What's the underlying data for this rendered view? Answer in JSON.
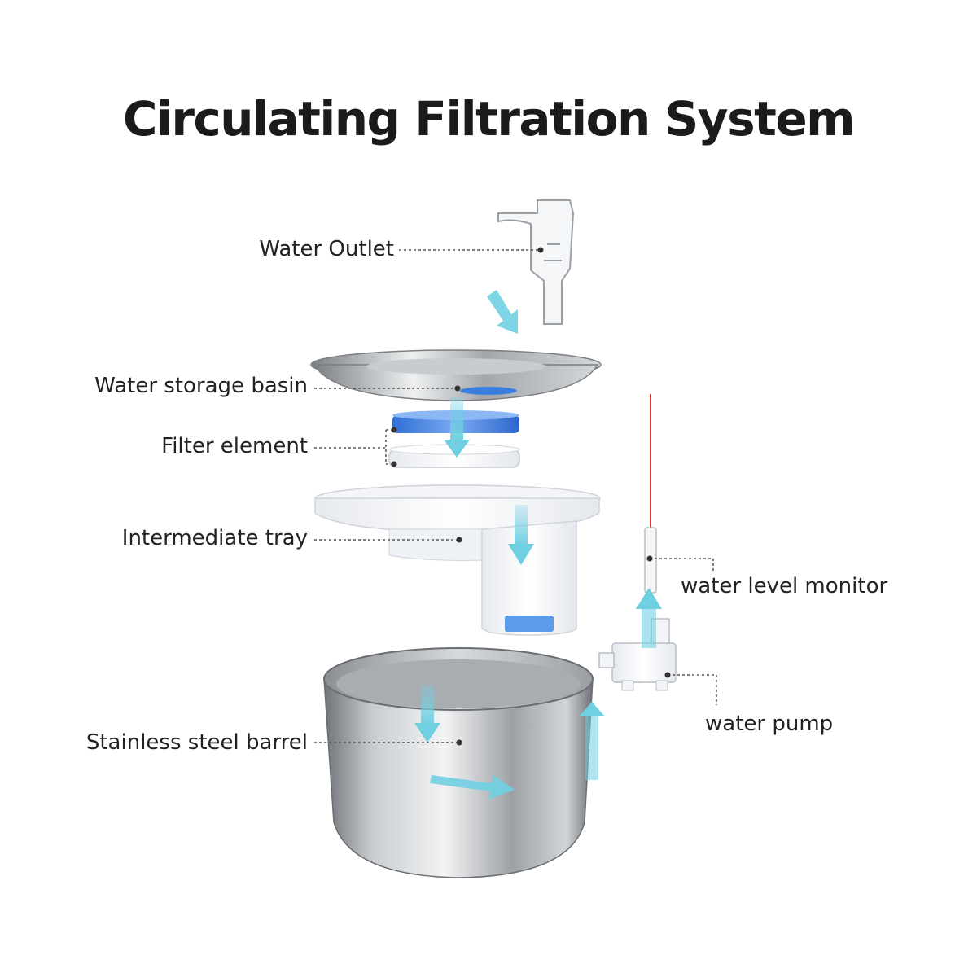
{
  "title": "Circulating Filtration System",
  "labels": {
    "water_outlet": "Water Outlet",
    "water_storage_basin": "Water storage basin",
    "filter_element": "Filter element",
    "intermediate_tray": "Intermediate tray",
    "stainless_steel_barrel": "Stainless steel barrel",
    "water_level_monitor": "water level monitor",
    "water_pump": "water pump"
  },
  "colors": {
    "flow_arrow": "#6fd0e2",
    "filter_blue": "#3a7fe0",
    "monitor_rod": "#e03434",
    "leader_line": "#555555",
    "steel": "#b8bcc0",
    "text": "#222222"
  }
}
